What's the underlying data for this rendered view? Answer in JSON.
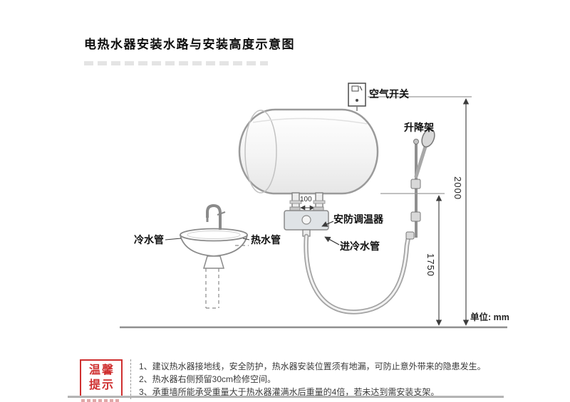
{
  "page": {
    "title": "电热水器安装水路与安装高度示意图",
    "unit_note": "单位: mm"
  },
  "diagram": {
    "labels": {
      "air_switch": "空气开关",
      "lift_rack": "升降架",
      "cold_pipe": "冷水管",
      "hot_pipe": "热水管",
      "inlet_cold_pipe": "进冷水管",
      "thermostat": "安防调温器",
      "dim_100": "100",
      "dim_2000": "2000",
      "dim_1750": "1750"
    }
  },
  "tips": {
    "stamp_line1": "温馨",
    "stamp_line2": "提示",
    "items": [
      "1、建议热水器接地线，安全防护，热水器安装位置须有地漏，可防止意外带来的隐患发生。",
      "2、热水器右侧预留30cm检修空间。",
      "3、承重墙所能承受重量大于热水器灌满水后重量的4倍，若未达到需安装支架。"
    ]
  }
}
